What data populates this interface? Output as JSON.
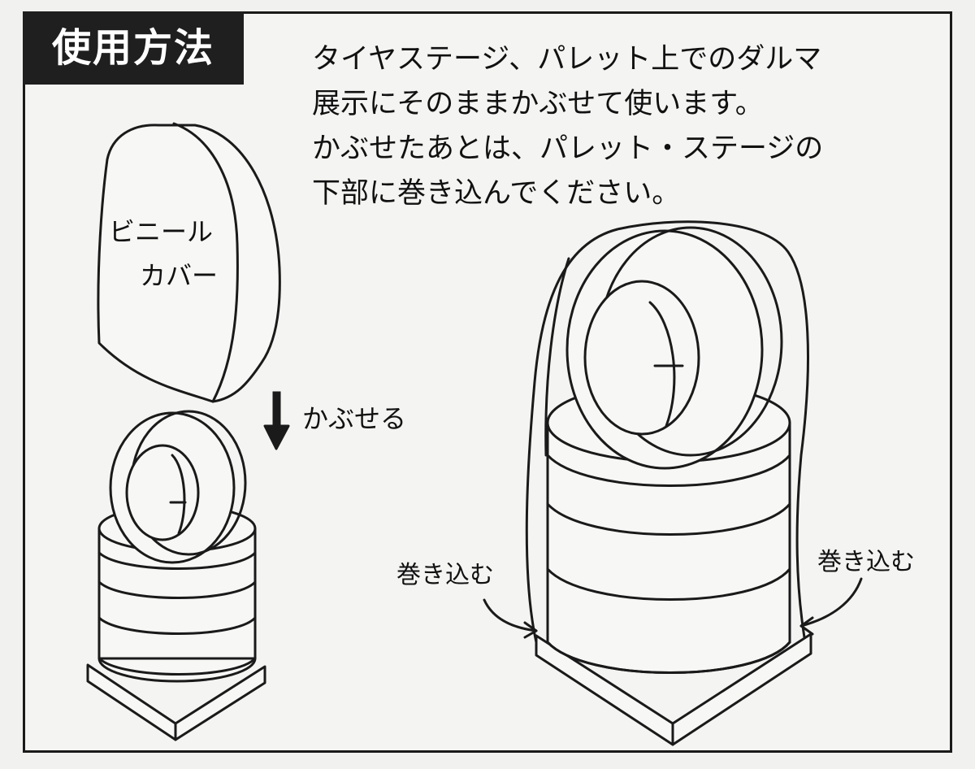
{
  "header": {
    "title": "使用方法"
  },
  "instructions": {
    "lines": [
      "タイヤステージ、パレット上でのダルマ",
      "展示にそのままかぶせて使います。",
      "かぶせたあとは、パレット・ステージの",
      "下部に巻き込んでください。"
    ]
  },
  "labels": {
    "vinyl_cover_line1": "ビニール",
    "vinyl_cover_line2": "カバー",
    "put_on": "かぶせる",
    "tuck_in_left": "巻き込む",
    "tuck_in_right": "巻き込む"
  },
  "colors": {
    "ink": "#1a1a1a",
    "paper": "#f4f4f2",
    "title_background": "#1f1f1f",
    "title_text": "#ffffff"
  },
  "icons": {
    "arrow": "down-arrow-icon"
  }
}
